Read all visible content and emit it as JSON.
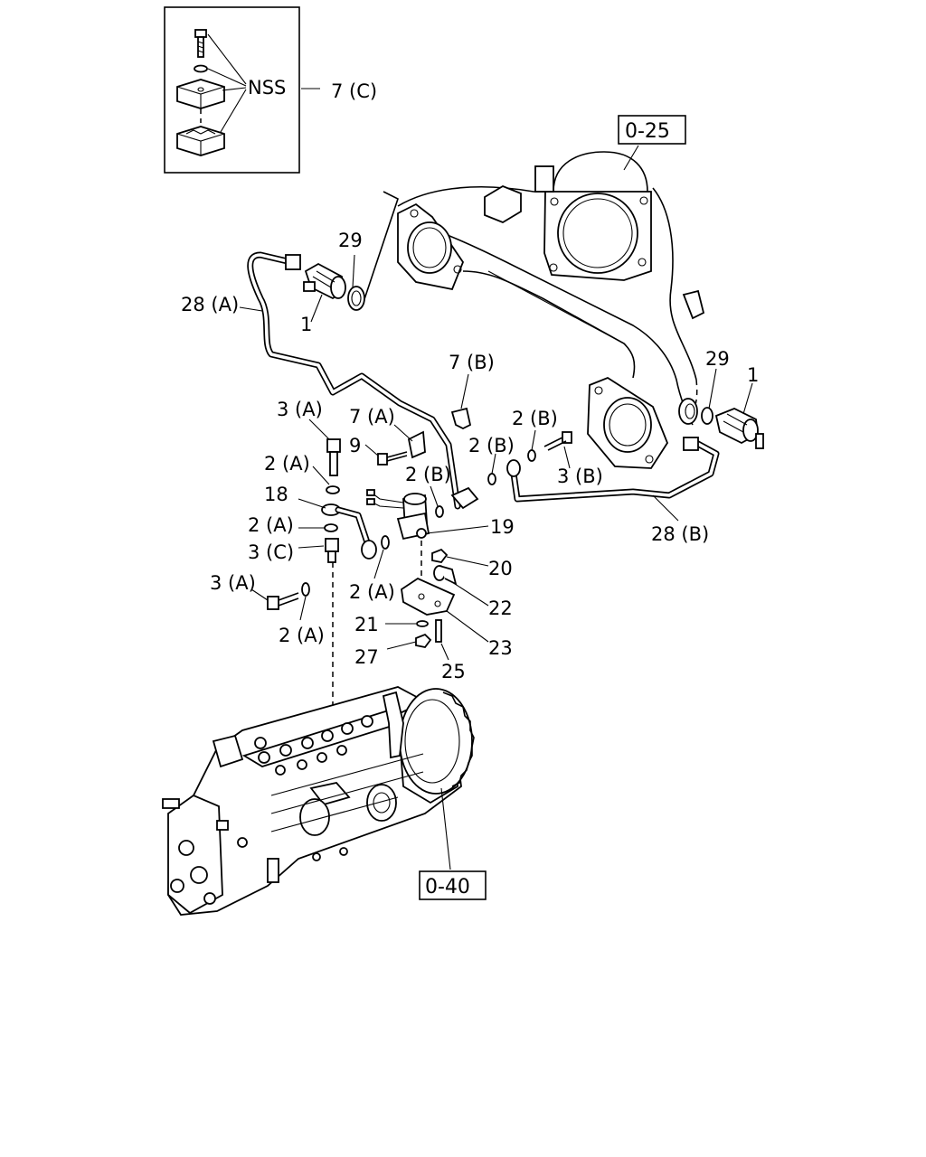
{
  "inset": {
    "nss_label": "NSS",
    "part_ref": "7 (C)"
  },
  "refs": {
    "manifold": "0-25",
    "pump": "0-40"
  },
  "callouts": {
    "c29_top": "29",
    "c28a": "28 (A)",
    "c1_left": "1",
    "c29_right": "29",
    "c1_right": "1",
    "c7b": "7 (B)",
    "c3a_top": "3 (A)",
    "c7a": "7 (A)",
    "c2b_1": "2 (B)",
    "c2b_2": "2 (B)",
    "c9": "9",
    "c2a_1": "2 (A)",
    "c2b_3": "2 (B)",
    "c3b": "3 (B)",
    "c18": "18",
    "c19": "19",
    "c2a_2": "2 (A)",
    "c28b": "28 (B)",
    "c3c": "3 (C)",
    "c20": "20",
    "c3a_bottom": "3 (A)",
    "c2a_3": "2 (A)",
    "c22": "22",
    "c2a_4": "2 (A)",
    "c21": "21",
    "c23": "23",
    "c27": "27",
    "c25": "25"
  }
}
